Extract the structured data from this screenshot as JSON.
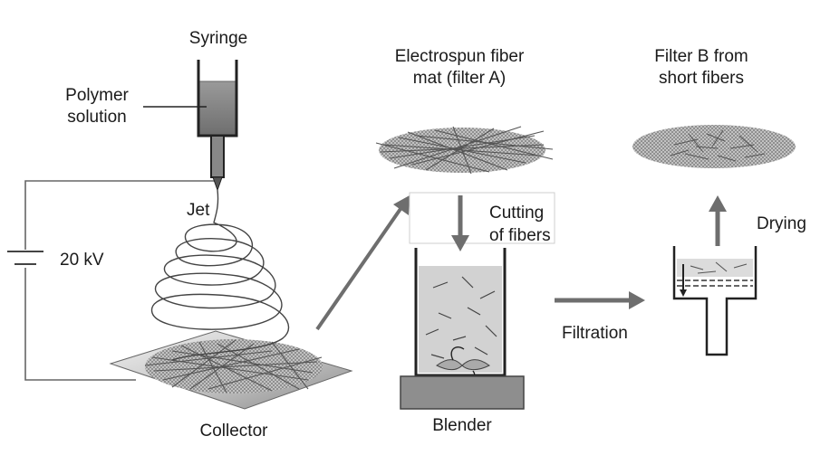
{
  "labels": {
    "syringe": "Syringe",
    "polymer_line1": "Polymer",
    "polymer_line2": "solution",
    "jet": "Jet",
    "voltage": "20 kV",
    "collector": "Collector",
    "mat_line1": "Electrospun fiber",
    "mat_line2": "mat (filter A)",
    "cutting_line1": "Cutting",
    "cutting_line2": "of fibers",
    "blender": "Blender",
    "filtration": "Filtration",
    "filterb_line1": "Filter B from",
    "filterb_line2": "short fibers",
    "drying": "Drying"
  },
  "colors": {
    "ink": "#1a1a1a",
    "line": "#555555",
    "arrow": "#7a7a7a",
    "liquid": "#8c8c8c",
    "blender_fill": "#d2d2d2",
    "base": "#8e8e8e",
    "mesh": "#9a9a9a"
  }
}
